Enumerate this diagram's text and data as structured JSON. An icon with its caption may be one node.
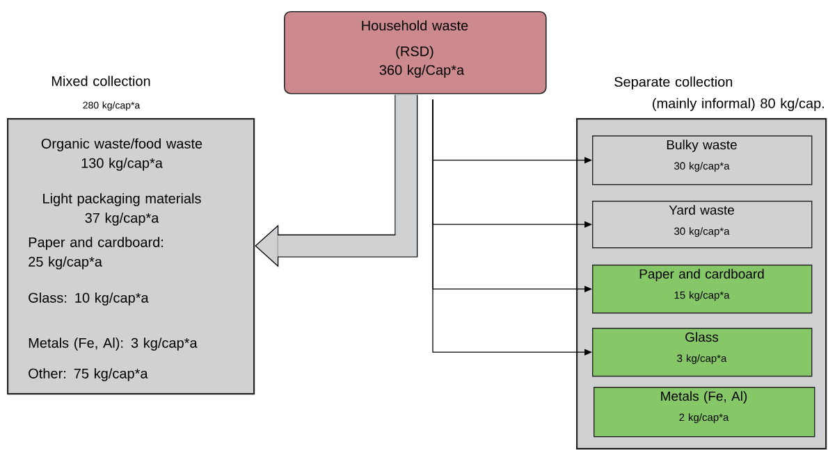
{
  "diagram": {
    "nodes": [
      {
        "text": [
          "Household waste",
          "(RSD)",
          "360 kg/Cap*a"
        ]
      },
      {
        "text": [
          "Mixed collection",
          "280 kg/cap*a",
          "Organic waste/food waste 130 kg/cap*a",
          "Light packaging materials 37 kg/cap*a",
          "Paper and cardboard: 25 kg/cap*a",
          "Glass: 10 kg/cap*a",
          "Metals (Fe, Al): 3 kg/cap*a",
          "Other: 75 kg/cap*a"
        ]
      },
      {
        "text": [
          "Separate collection",
          "(mainly informal) 80 kg/cap."
        ]
      },
      {
        "text": [
          "Bulky waste",
          "30 kg/cap*a"
        ],
        "in": 2
      },
      {
        "text": [
          "Yard waste",
          "30 kg/cap*a"
        ],
        "in": 2
      },
      {
        "text": [
          "Paper and cardboard",
          "15 kg/cap*a"
        ],
        "in": 2
      },
      {
        "text": [
          "Glass",
          "3 kg/cap*a"
        ],
        "in": 2
      },
      {
        "text": [
          "Metals (Fe, Al)",
          "2 kg/cap*a"
        ],
        "in": 2
      }
    ],
    "edges": [
      {
        "from": 0,
        "to": 1,
        "arrow": "to",
        "style": "thick"
      },
      {
        "from": 0,
        "to": 3,
        "arrow": "to"
      },
      {
        "from": 0,
        "to": 4,
        "arrow": "to"
      },
      {
        "from": 0,
        "to": 5,
        "arrow": "to"
      },
      {
        "from": 0,
        "to": 6,
        "arrow": "to"
      }
    ]
  }
}
